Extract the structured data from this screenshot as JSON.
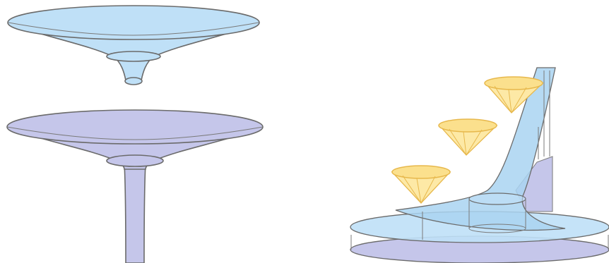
{
  "colors": {
    "light_blue": "#bfe0f7",
    "lavender": "#c5c6ea",
    "cone_yellow": "#fde9a6",
    "outline": "#6b6b6b"
  },
  "figures": [
    {
      "name": "top-left-funnel",
      "fill": "light_blue"
    },
    {
      "name": "bottom-left-funnel-with-tube",
      "fill": "lavender"
    },
    {
      "name": "right-embedding-with-light-cones",
      "cones": 3
    }
  ]
}
